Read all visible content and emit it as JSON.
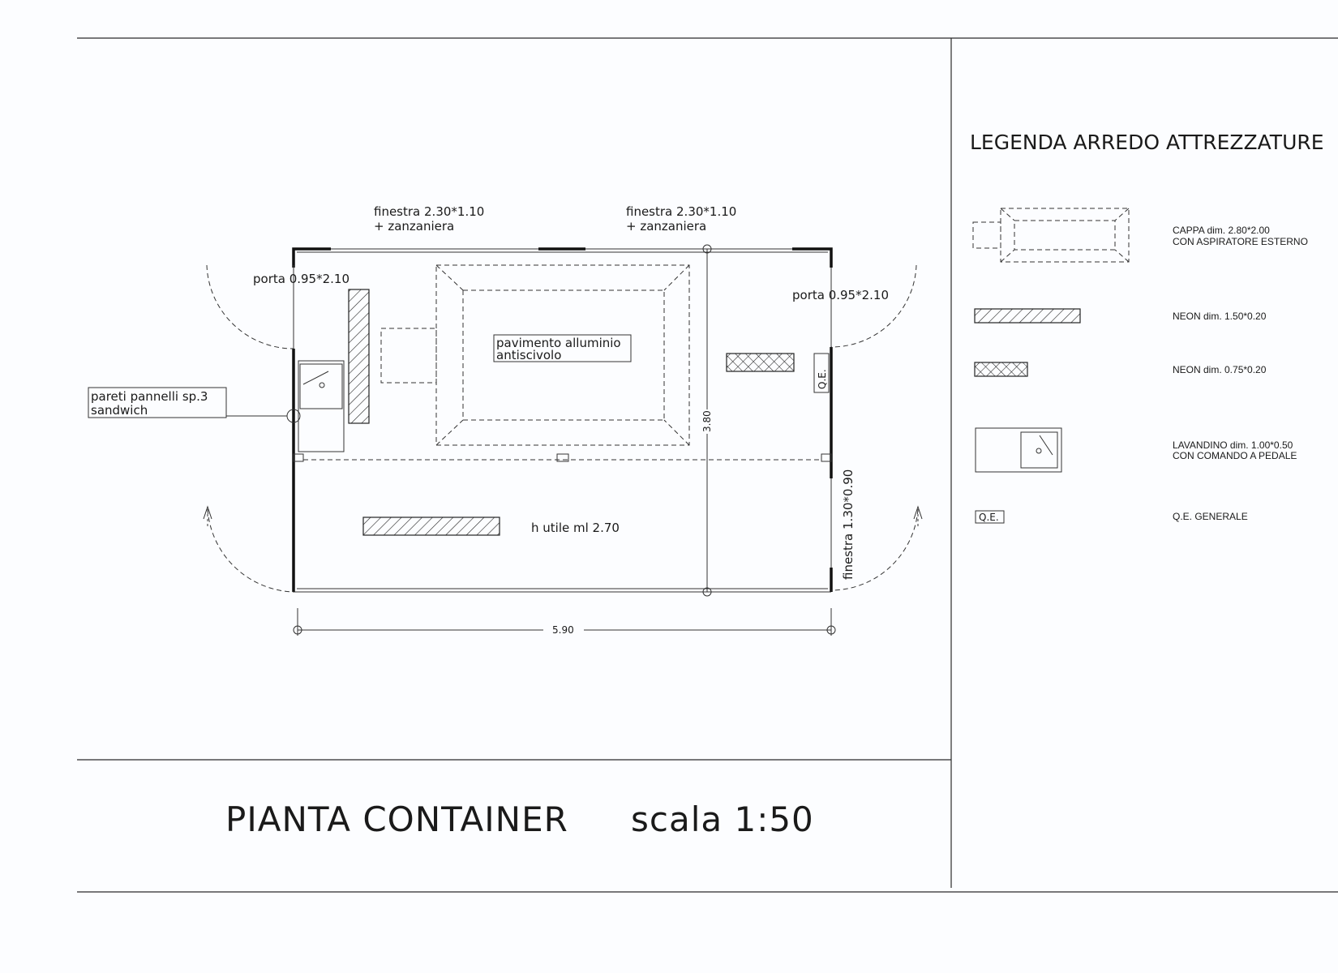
{
  "plan": {
    "title": "PIANTA CONTAINER",
    "scale": "scala 1:50",
    "window_top_left": {
      "line1": "finestra 2.30*1.10",
      "line2": "+ zanzaniera"
    },
    "window_top_right": {
      "line1": "finestra 2.30*1.10",
      "line2": "+ zanzaniera"
    },
    "door_left": "porta 0.95*2.10",
    "door_right": "porta 0.95*2.10",
    "floor_note": {
      "line1": "pavimento alluminio",
      "line2": "antiscivolo"
    },
    "walls_note": {
      "line1": "pareti pannelli sp.3",
      "line2": "sandwich"
    },
    "qe_tag": "Q.E.",
    "height_note": "h utile ml 2.70",
    "side_window": "finestra 1.30*0.90",
    "dim_width": "5.90",
    "dim_depth": "3.80"
  },
  "legend": {
    "title": "LEGENDA ARREDO ATTREZZATURE",
    "items": [
      {
        "line1": "CAPPA dim. 2.80*2.00",
        "line2": "CON ASPIRATORE ESTERNO",
        "icon": "hood-icon"
      },
      {
        "line1": "NEON dim. 1.50*0.20",
        "line2": "",
        "icon": "neon-long-icon"
      },
      {
        "line1": "NEON dim. 0.75*0.20",
        "line2": "",
        "icon": "neon-short-icon"
      },
      {
        "line1": "LAVANDINO dim. 1.00*0.50",
        "line2": "CON COMANDO A PEDALE",
        "icon": "sink-icon"
      },
      {
        "line1": "Q.E. GENERALE",
        "line2": "",
        "icon": "qe-icon"
      }
    ],
    "qe_icon_text": "Q.E."
  }
}
